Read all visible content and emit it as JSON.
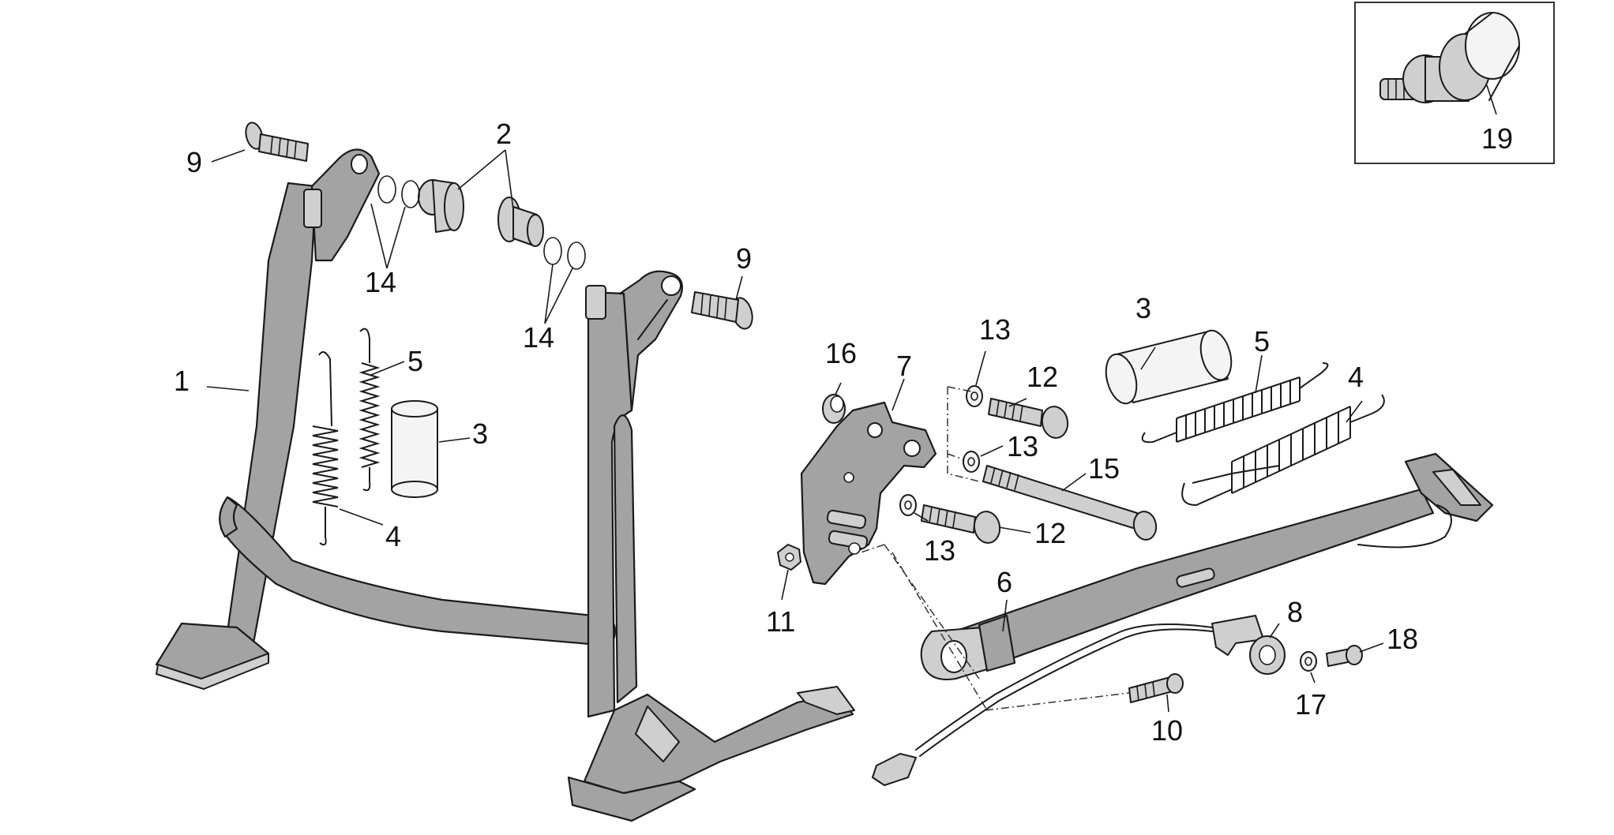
{
  "callouts": [
    {
      "id": "c1",
      "text": "1"
    },
    {
      "id": "c2",
      "text": "2"
    },
    {
      "id": "c3a",
      "text": "3"
    },
    {
      "id": "c3b",
      "text": "3"
    },
    {
      "id": "c4a",
      "text": "4"
    },
    {
      "id": "c4b",
      "text": "4"
    },
    {
      "id": "c5a",
      "text": "5"
    },
    {
      "id": "c5b",
      "text": "5"
    },
    {
      "id": "c6",
      "text": "6"
    },
    {
      "id": "c7",
      "text": "7"
    },
    {
      "id": "c8",
      "text": "8"
    },
    {
      "id": "c9a",
      "text": "9"
    },
    {
      "id": "c9b",
      "text": "9"
    },
    {
      "id": "c10",
      "text": "10"
    },
    {
      "id": "c11",
      "text": "11"
    },
    {
      "id": "c12a",
      "text": "12"
    },
    {
      "id": "c12b",
      "text": "12"
    },
    {
      "id": "c13a",
      "text": "13"
    },
    {
      "id": "c13b",
      "text": "13"
    },
    {
      "id": "c13c",
      "text": "13"
    },
    {
      "id": "c14a",
      "text": "14"
    },
    {
      "id": "c14b",
      "text": "14"
    },
    {
      "id": "c15",
      "text": "15"
    },
    {
      "id": "c16",
      "text": "16"
    },
    {
      "id": "c17",
      "text": "17"
    },
    {
      "id": "c18",
      "text": "18"
    },
    {
      "id": "c19",
      "text": "19"
    }
  ]
}
